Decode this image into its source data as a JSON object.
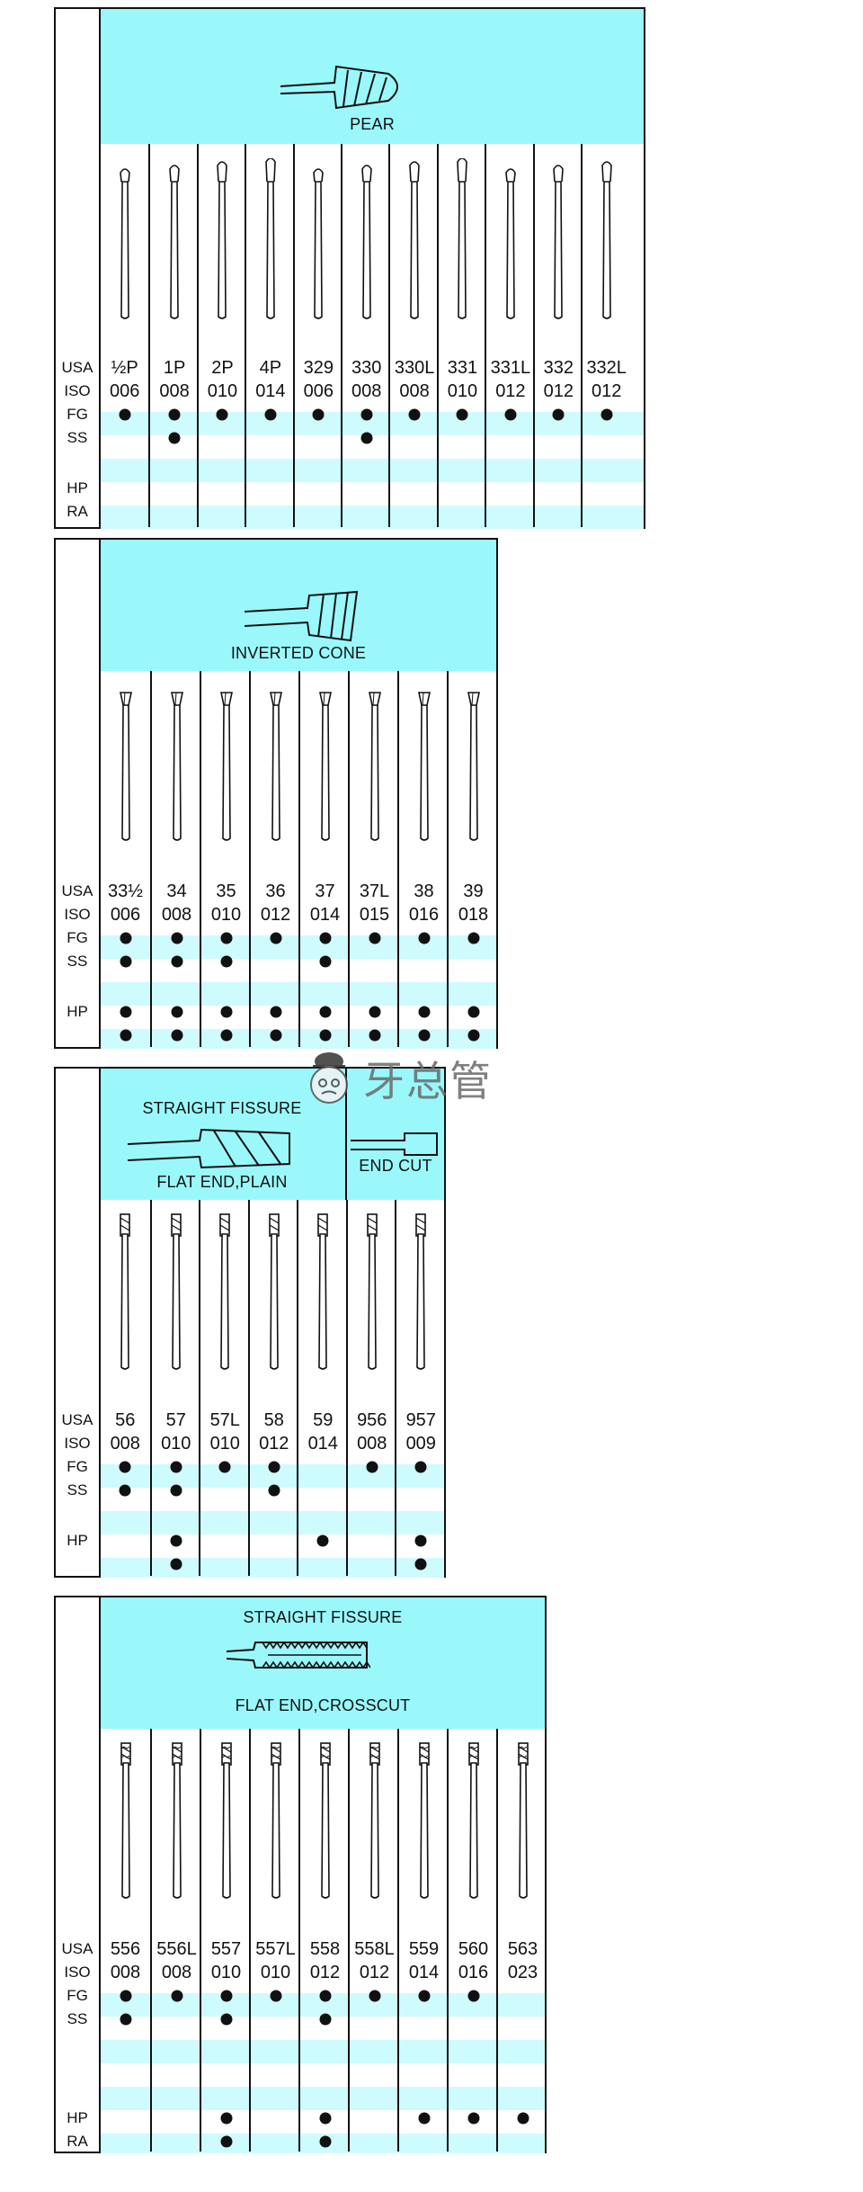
{
  "watermark": {
    "text": "牙总管"
  },
  "tables": [
    {
      "id": "pear",
      "title": "PEAR",
      "row_labels": [
        "USA",
        "ISO",
        "FG",
        "SS",
        "",
        "HP",
        "RA"
      ],
      "columns": [
        {
          "usa": "½P",
          "iso": "006",
          "FG": true,
          "SS": false
        },
        {
          "usa": "1P",
          "iso": "008",
          "FG": true,
          "SS": true
        },
        {
          "usa": "2P",
          "iso": "010",
          "FG": true,
          "SS": false
        },
        {
          "usa": "4P",
          "iso": "014",
          "FG": true,
          "SS": false
        },
        {
          "usa": "329",
          "iso": "006",
          "FG": true,
          "SS": false
        },
        {
          "usa": "330",
          "iso": "008",
          "FG": true,
          "SS": true
        },
        {
          "usa": "330L",
          "iso": "008",
          "FG": true,
          "SS": false
        },
        {
          "usa": "331",
          "iso": "010",
          "FG": true,
          "SS": false
        },
        {
          "usa": "331L",
          "iso": "012",
          "FG": true,
          "SS": false
        },
        {
          "usa": "332",
          "iso": "012",
          "FG": true,
          "SS": false
        },
        {
          "usa": "332L",
          "iso": "012",
          "FG": true,
          "SS": false
        }
      ]
    },
    {
      "id": "inverted-cone",
      "title": "INVERTED CONE",
      "row_labels": [
        "USA",
        "ISO",
        "FG",
        "SS",
        "",
        "HP",
        ""
      ],
      "columns": [
        {
          "usa": "33½",
          "iso": "006",
          "FG": true,
          "SS": true,
          "HP": true,
          "RA": true
        },
        {
          "usa": "34",
          "iso": "008",
          "FG": true,
          "SS": true,
          "HP": true,
          "RA": true
        },
        {
          "usa": "35",
          "iso": "010",
          "FG": true,
          "SS": true,
          "HP": true,
          "RA": true
        },
        {
          "usa": "36",
          "iso": "012",
          "FG": true,
          "SS": false,
          "HP": true,
          "RA": true
        },
        {
          "usa": "37",
          "iso": "014",
          "FG": true,
          "SS": true,
          "HP": true,
          "RA": true
        },
        {
          "usa": "37L",
          "iso": "015",
          "FG": true,
          "SS": false,
          "HP": true,
          "RA": true
        },
        {
          "usa": "38",
          "iso": "016",
          "FG": true,
          "SS": false,
          "HP": true,
          "RA": true
        },
        {
          "usa": "39",
          "iso": "018",
          "FG": true,
          "SS": false,
          "HP": true,
          "RA": true
        }
      ]
    },
    {
      "id": "straight-fissure-plain",
      "title": "STRAIGHT FISSURE",
      "subtitle": "FLAT END,PLAIN",
      "group_title": "END CUT",
      "row_labels": [
        "USA",
        "ISO",
        "FG",
        "SS",
        "",
        "HP",
        ""
      ],
      "columns": [
        {
          "usa": "56",
          "iso": "008",
          "FG": true,
          "SS": true,
          "HP": false,
          "RA": false
        },
        {
          "usa": "57",
          "iso": "010",
          "FG": true,
          "SS": true,
          "HP": true,
          "RA": true
        },
        {
          "usa": "57L",
          "iso": "010",
          "FG": true,
          "SS": false,
          "HP": false,
          "RA": false
        },
        {
          "usa": "58",
          "iso": "012",
          "FG": true,
          "SS": true,
          "HP": false,
          "RA": false
        },
        {
          "usa": "59",
          "iso": "014",
          "FG": false,
          "SS": false,
          "HP": true,
          "RA": false
        },
        {
          "usa": "956",
          "iso": "008",
          "FG": true,
          "SS": false,
          "HP": false,
          "RA": false
        },
        {
          "usa": "957",
          "iso": "009",
          "FG": true,
          "SS": false,
          "HP": true,
          "RA": true
        }
      ]
    },
    {
      "id": "straight-fissure-crosscut",
      "title": "STRAIGHT FISSURE",
      "subtitle": "FLAT END,CROSSCUT",
      "row_labels": [
        "USA",
        "ISO",
        "FG",
        "SS",
        "",
        "HP",
        "RA"
      ],
      "columns": [
        {
          "usa": "556",
          "iso": "008",
          "FG": true,
          "SS": true,
          "HP": false,
          "RA": false
        },
        {
          "usa": "556L",
          "iso": "008",
          "FG": true,
          "SS": false,
          "HP": false,
          "RA": false
        },
        {
          "usa": "557",
          "iso": "010",
          "FG": true,
          "SS": true,
          "HP": true,
          "RA": true
        },
        {
          "usa": "557L",
          "iso": "010",
          "FG": true,
          "SS": false,
          "HP": false,
          "RA": false
        },
        {
          "usa": "558",
          "iso": "012",
          "FG": true,
          "SS": true,
          "HP": true,
          "RA": true
        },
        {
          "usa": "558L",
          "iso": "012",
          "FG": true,
          "SS": false,
          "HP": false,
          "RA": false
        },
        {
          "usa": "559",
          "iso": "014",
          "FG": true,
          "SS": false,
          "HP": true,
          "RA": false
        },
        {
          "usa": "560",
          "iso": "016",
          "FG": true,
          "SS": false,
          "HP": true,
          "RA": false
        },
        {
          "usa": "563",
          "iso": "023",
          "FG": false,
          "SS": false,
          "HP": true,
          "RA": false
        }
      ]
    }
  ]
}
